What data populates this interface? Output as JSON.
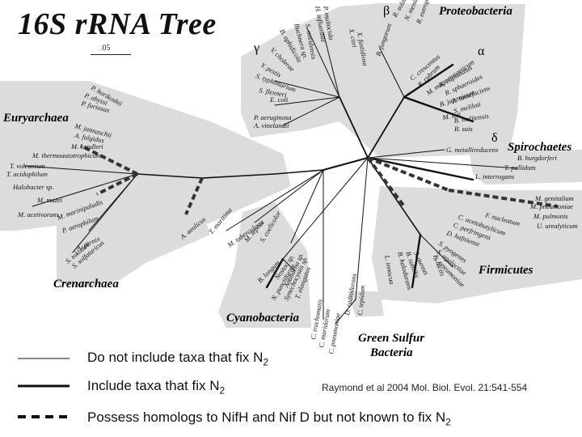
{
  "title": "16S rRNA Tree",
  "scale_label": ".05",
  "groups": {
    "proteobacteria": "Proteobacteria",
    "euryarchaea": "Euryarchaea",
    "crenarchaea": "Crenarchaea",
    "spirochaetes": "Spirochaetes",
    "firmicutes": "Firmicutes",
    "cyanobacteria": "Cyanobacteria",
    "green_sulfur": [
      "Green Sulfur",
      "Bacteria"
    ]
  },
  "greek": {
    "beta": "β",
    "gamma": "γ",
    "alpha": "α",
    "delta": "δ"
  },
  "taxa": {
    "proteobacteria": [
      "P. multocida",
      "H. influenzae",
      "S. oneidensis",
      "Buchnera sp.",
      "B. aphidicola",
      "V. cholerae",
      "Y. pestis",
      "S. typhimurium",
      "S. flexneri",
      "E. coli",
      "P. aeruginosa",
      "A. vinelandii",
      "X. citri",
      "X. fastidiosa",
      "R. solanacearum",
      "B. fungorum",
      "N. meningitidis",
      "R. eutropha",
      "C. crescentus",
      "R. rubrum",
      "M. magnetotacticum",
      "R. capsulatus",
      "R. sphaeroides",
      "A. tumefaciens",
      "S. meliloti",
      "B. japonicum",
      "B. melitensis",
      "B. suis",
      "M. loti",
      "G. metallireducens"
    ],
    "euryarchaea": [
      "P. horikoshii",
      "P. abyssi",
      "P. furiosus",
      "M. jannaschii",
      "A. fulgidus",
      "M. kandleri",
      "M. thermoautotrophicum",
      "T. volcanium",
      "T. acidophilum",
      "Halobacter sp.",
      "M. mazei",
      "M. acetivorans"
    ],
    "crenarchaea": [
      "M. marinipaludis",
      "P. aerophilum",
      "A. pernix",
      "S. tokodaii",
      "S. solfataricus"
    ],
    "spirochaetes": [
      "B. burgdorferi",
      "T. pallidum",
      "L. interrogans"
    ],
    "firmicutes": [
      "M. genitalium",
      "M. pneumoniae",
      "M. pulmonis",
      "U. urealyticum",
      "F. nucleatum",
      "C. acetobutylicum",
      "C. perfringens",
      "D. hafniense",
      "S. pyogenes",
      "S. agalactiae",
      "S. pneumoniae",
      "L. lactis",
      "S. aureus",
      "B. halodurans",
      "B. subtilis",
      "L. innocua"
    ],
    "other": [
      "A. aeolicus",
      "T. maritima",
      "M. tuberculosis",
      "M. leprae",
      "S. coelicolor",
      "D. radiodurans",
      "C. tepidum",
      "C. trachomatis",
      "C. muridarum",
      "C. pneumoniae",
      "T. elongatus",
      "Synechocystis sp.",
      "N. punctiforme",
      "Nostoc sp.",
      "B. longum",
      "Anabaena sp."
    ]
  },
  "legend": [
    {
      "text": "Do not include taxa that fix N",
      "sub": "2"
    },
    {
      "text": "Include taxa that fix N",
      "sub": "2"
    },
    {
      "text": "Possess homologs to NifH and Nif D but not known to fix N",
      "sub": "2"
    }
  ],
  "citation": "Raymond et al 2004 Mol. Biol. Evol. 21:541-554",
  "colors": {
    "region_fill": "#dcdcdc",
    "line": "#111111"
  }
}
